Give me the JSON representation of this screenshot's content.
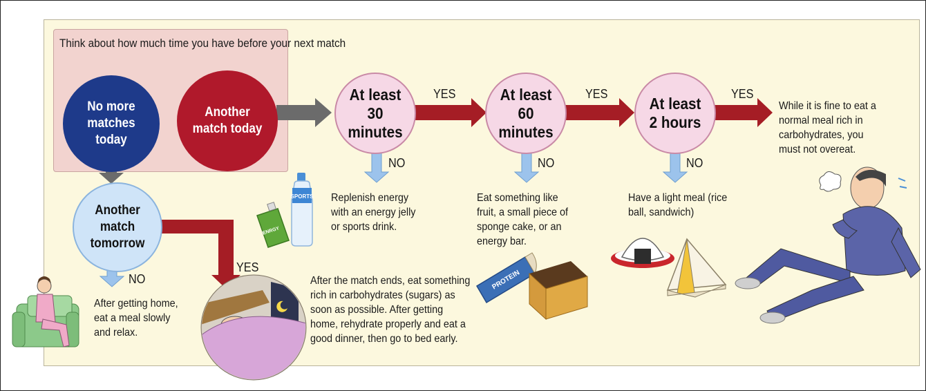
{
  "header": {
    "prompt": "Think about how much time you have before your next match"
  },
  "circles": {
    "no_more": "No more matches today",
    "another_today": "Another match today",
    "tomorrow": "Another match tomorrow",
    "min30": "At least 30 minutes",
    "min60": "At least 60 minutes",
    "hours2": "At least 2 hours"
  },
  "labels": {
    "yes": "YES",
    "no": "NO",
    "sports_bottle": "SPORTS",
    "energy_jelly": "ENRGY",
    "protein_bar": "PROTEIN"
  },
  "outcomes": {
    "relax": "After getting home, eat a meal slowly and relax.",
    "bed": "After the match ends, eat something rich in carbohydrates (sugars) as soon as possible. After getting home, rehydrate properly and eat a good dinner, then go to bed early.",
    "jelly": "Replenish energy with an energy jelly or sports drink.",
    "fruit": "Eat something like fruit, a small piece of sponge cake, or an energy bar.",
    "light_meal": "Have a light meal (rice ball, sandwich)",
    "normal_meal": "While it is fine to eat a normal meal rich in carbohydrates, you must not overeat."
  },
  "colors": {
    "navy": "#1e3a8a",
    "crimson": "#b0192b",
    "arrow_red": "#a51d25",
    "arrow_gray": "#6b6b6b",
    "arrow_blue": "#9cc3ec",
    "pink_circle": "#f6d8e6",
    "light_blue_circle": "#cfe4f8",
    "panel_bg": "#fcf8de",
    "pink_box": "#f2d3cf"
  }
}
